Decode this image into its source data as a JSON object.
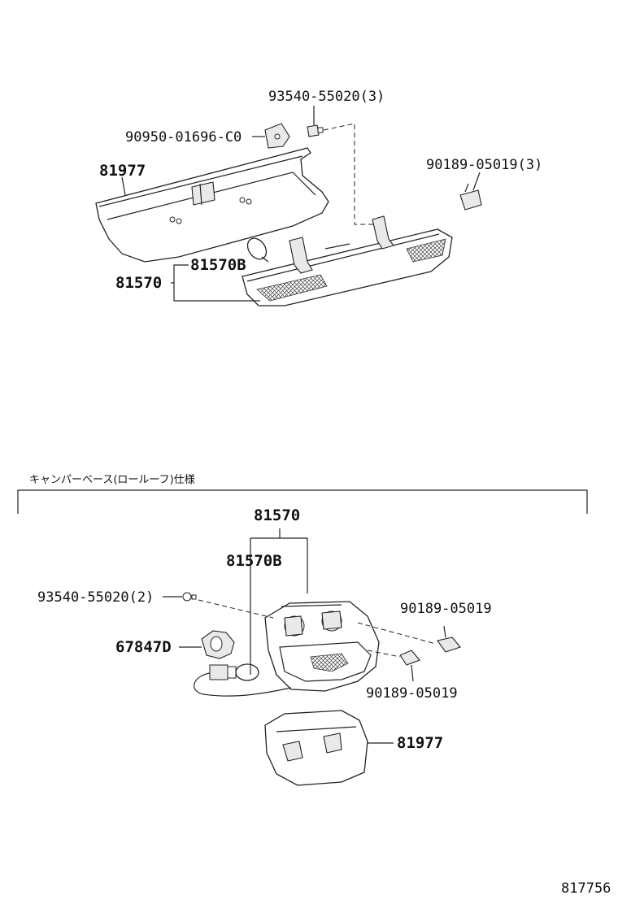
{
  "upper": {
    "labels": {
      "screw": "93540-55020(3)",
      "bracket": "90950-01696-C0",
      "cover": "81977",
      "clip": "90189-05019(3)",
      "bulb": "81570B",
      "lamp": "81570"
    }
  },
  "lower": {
    "caption": "キャンパーベース(ロールーフ)仕様",
    "labels": {
      "lamp": "81570",
      "bulb": "81570B",
      "screw": "93540-55020(2)",
      "socket": "67847D",
      "clip_upper": "90189-05019",
      "clip_lower": "90189-05019",
      "cover": "81977"
    }
  },
  "diagram_id": "817756"
}
